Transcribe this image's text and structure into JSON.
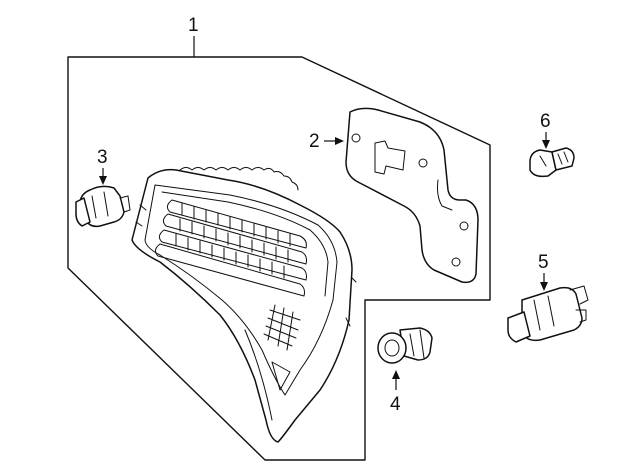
{
  "callouts": [
    {
      "id": 1,
      "label": "1"
    },
    {
      "id": 2,
      "label": "2"
    },
    {
      "id": 3,
      "label": "3"
    },
    {
      "id": 4,
      "label": "4"
    },
    {
      "id": 5,
      "label": "5"
    },
    {
      "id": 6,
      "label": "6"
    }
  ]
}
